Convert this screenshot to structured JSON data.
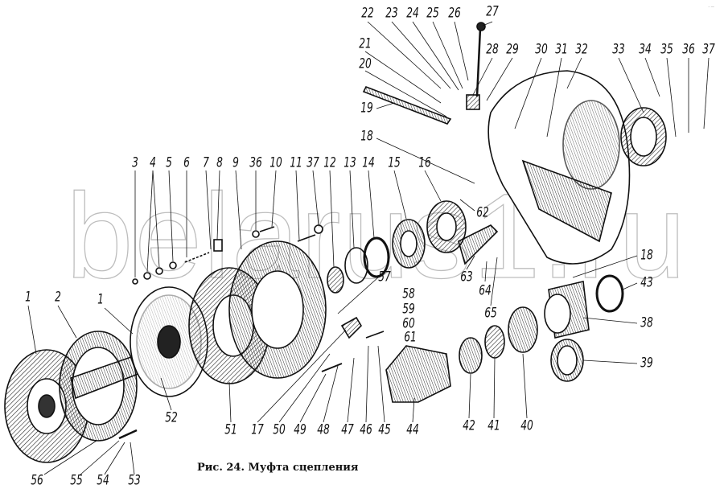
{
  "figure": {
    "caption": "Рис. 24. Муфта сцепления",
    "watermark": "belarus1.ru",
    "corner_mark": "- —"
  },
  "labels": {
    "top": [
      "22",
      "23",
      "24",
      "25",
      "26",
      "27"
    ],
    "upper_right": [
      "28",
      "29",
      "30",
      "31",
      "32",
      "33",
      "34",
      "35",
      "36",
      "37"
    ],
    "left_column": [
      "21",
      "20",
      "19",
      "18"
    ],
    "middle_row": [
      "3",
      "4",
      "5",
      "6",
      "7",
      "8",
      "9",
      "36",
      "10",
      "11",
      "37",
      "12",
      "13",
      "14",
      "15",
      "16"
    ],
    "center": [
      "62",
      "57",
      "58",
      "59",
      "60",
      "61",
      "63",
      "64",
      "65"
    ],
    "right": [
      "18",
      "43",
      "38",
      "39"
    ],
    "left": [
      "1",
      "2",
      "1"
    ],
    "bottom": [
      "52",
      "51",
      "17",
      "50",
      "49",
      "48",
      "47",
      "46",
      "45",
      "44",
      "42",
      "41",
      "40"
    ],
    "bottom_left": [
      "56",
      "55",
      "54",
      "53"
    ]
  }
}
